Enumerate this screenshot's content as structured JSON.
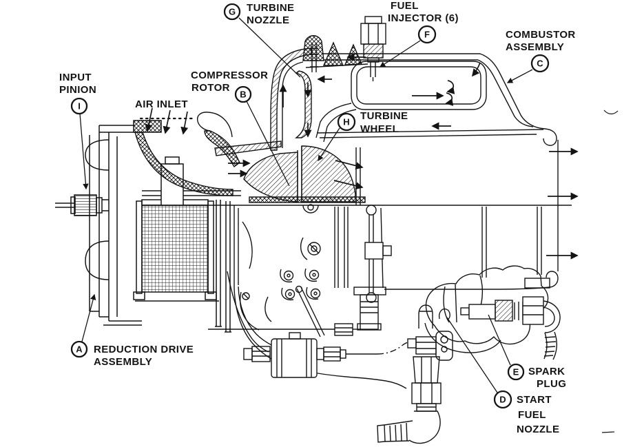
{
  "figure": {
    "type": "gas-turbine-engine-cutaway-diagram",
    "background": "#ffffff",
    "ink": "#141414"
  },
  "callouts": {
    "turbine_nozzle": {
      "letter": "G",
      "line1": "TURBINE",
      "line2": "NOZZLE"
    },
    "fuel_injector": {
      "letter": "F",
      "line1": "FUEL",
      "line2": "INJECTOR (6)"
    },
    "combustor_assembly": {
      "letter": "C",
      "line1": "COMBUSTOR",
      "line2": "ASSEMBLY"
    },
    "input_pinion": {
      "letter": "I",
      "line1": "INPUT",
      "line2": "PINION"
    },
    "air_inlet": {
      "line1": "AIR INLET"
    },
    "compressor_rotor": {
      "letter": "B",
      "line1": "COMPRESSOR",
      "line2": "ROTOR"
    },
    "turbine_wheel": {
      "letter": "H",
      "line1": "TURBINE",
      "line2": "WHEEL"
    },
    "reduction_drive_assembly": {
      "letter": "A",
      "line1": "REDUCTION DRIVE",
      "line2": "ASSEMBLY"
    },
    "spark_plug": {
      "letter": "E",
      "line1": "SPARK",
      "line2": "PLUG"
    },
    "start_fuel_nozzle": {
      "letter": "D",
      "line1": "START",
      "line2": "FUEL",
      "line3": "NOZZLE"
    }
  }
}
